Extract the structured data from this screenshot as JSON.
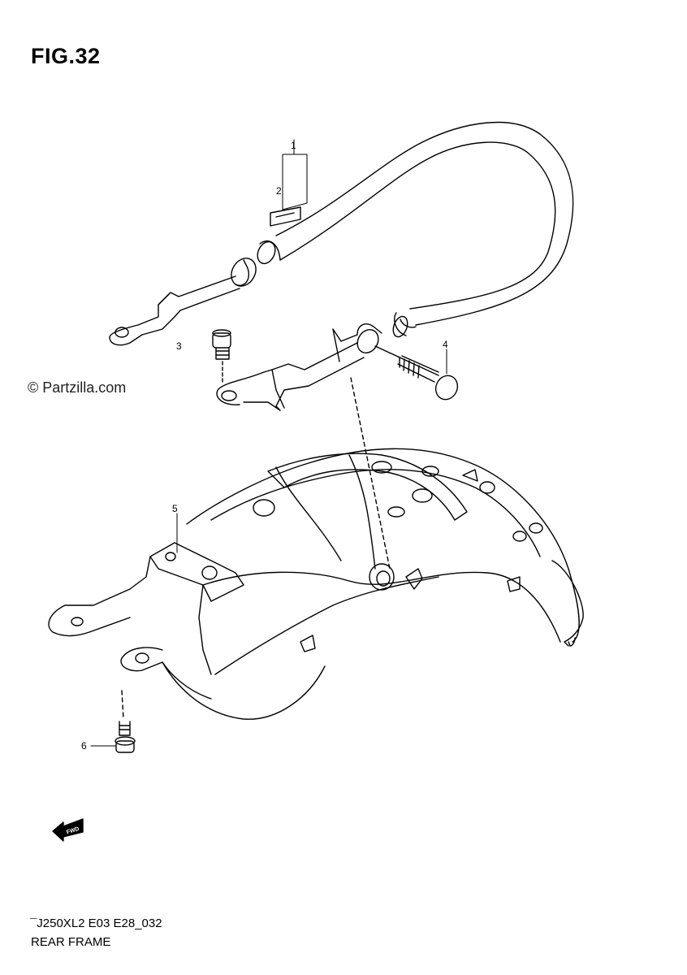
{
  "figure": {
    "title": "FIG.32",
    "watermark": "© Partzilla.com",
    "diagram_code": "¯J250XL2 E03 E28_032",
    "diagram_name": "REAR FRAME",
    "arrow_label": "FWD"
  },
  "callouts": [
    "1",
    "2",
    "3",
    "4",
    "5",
    "6"
  ]
}
